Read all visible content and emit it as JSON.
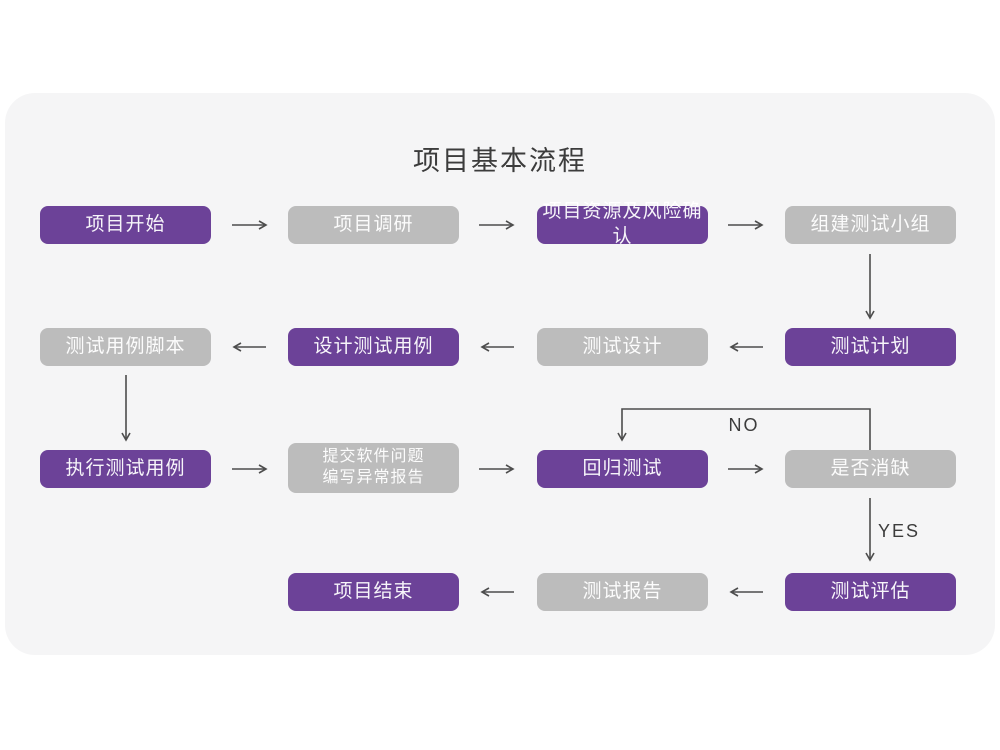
{
  "title": "项目基本流程",
  "colors": {
    "primary": "#6C4298",
    "secondary": "#BCBCBC",
    "arrow": "#4D4D4D",
    "card_bg": "#F5F5F6",
    "title_text": "#3C3C3C",
    "node_text": "#FFFFFF"
  },
  "nodes": {
    "project_start": {
      "label": "项目开始",
      "variant": "primary"
    },
    "project_research": {
      "label": "项目调研",
      "variant": "secondary"
    },
    "resource_risk": {
      "label": "项目资源及风险确认",
      "variant": "primary"
    },
    "build_team": {
      "label": "组建测试小组",
      "variant": "secondary"
    },
    "test_plan": {
      "label": "测试计划",
      "variant": "primary"
    },
    "test_design": {
      "label": "测试设计",
      "variant": "secondary"
    },
    "design_cases": {
      "label": "设计测试用例",
      "variant": "primary"
    },
    "case_scripts": {
      "label": "测试用例脚本",
      "variant": "secondary"
    },
    "execute_cases": {
      "label": "执行测试用例",
      "variant": "primary"
    },
    "submit_issues": {
      "label": "提交软件问题\n编写异常报告",
      "variant": "secondary"
    },
    "regression_test": {
      "label": "回归测试",
      "variant": "primary"
    },
    "defect_resolved": {
      "label": "是否消缺",
      "variant": "secondary"
    },
    "test_evaluation": {
      "label": "测试评估",
      "variant": "primary"
    },
    "test_report": {
      "label": "测试报告",
      "variant": "secondary"
    },
    "project_end": {
      "label": "项目结束",
      "variant": "primary"
    }
  },
  "edge_labels": {
    "no": "NO",
    "yes": "YES"
  }
}
